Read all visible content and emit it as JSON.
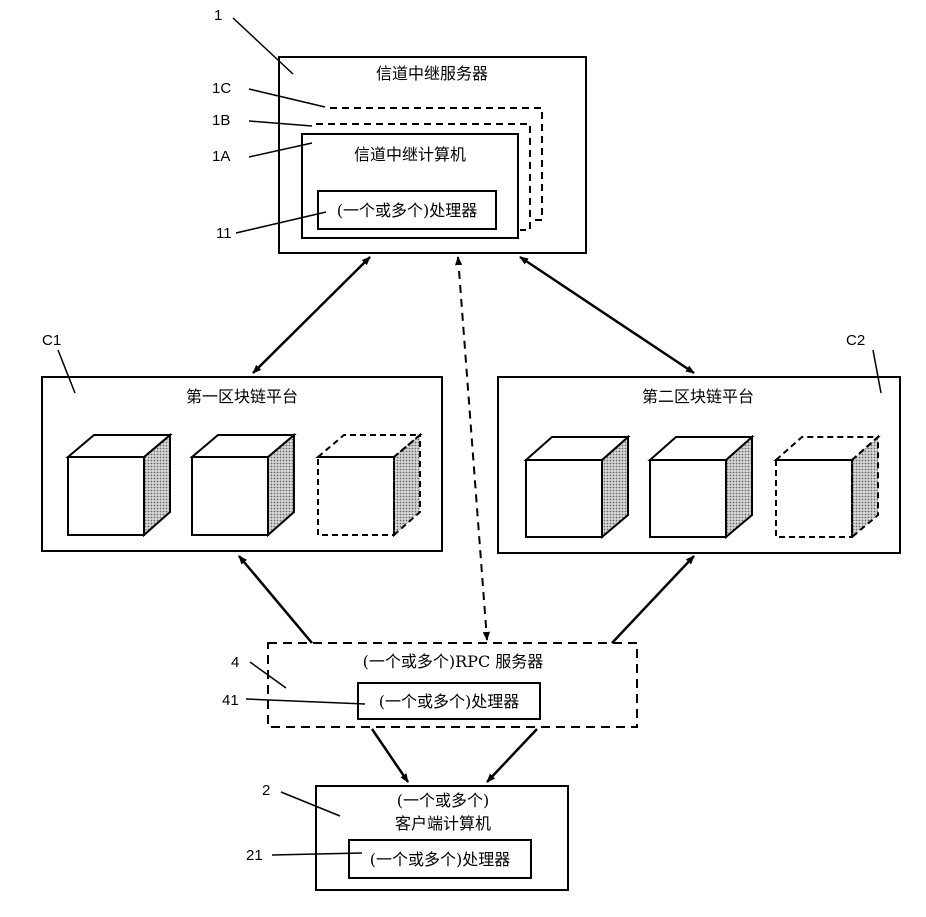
{
  "relay_server": {
    "title": "信道中继服务器",
    "computer_title": "信道中继计算机",
    "processor": "(一个或多个)处理器"
  },
  "platform_1": {
    "title": "第一区块链平台"
  },
  "platform_2": {
    "title": "第二区块链平台"
  },
  "rpc_server": {
    "title": "(一个或多个)RPC 服务器",
    "processor": "(一个或多个)处理器"
  },
  "client": {
    "title_line1": "(一个或多个)",
    "title_line2": "客户端计算机",
    "processor": "(一个或多个)处理器"
  },
  "refs": {
    "r1": "1",
    "r1c": "1C",
    "r1b": "1B",
    "r1a": "1A",
    "r11": "11",
    "c1": "C1",
    "c2": "C2",
    "r4": "4",
    "r41": "41",
    "r2": "2",
    "r21": "21"
  }
}
